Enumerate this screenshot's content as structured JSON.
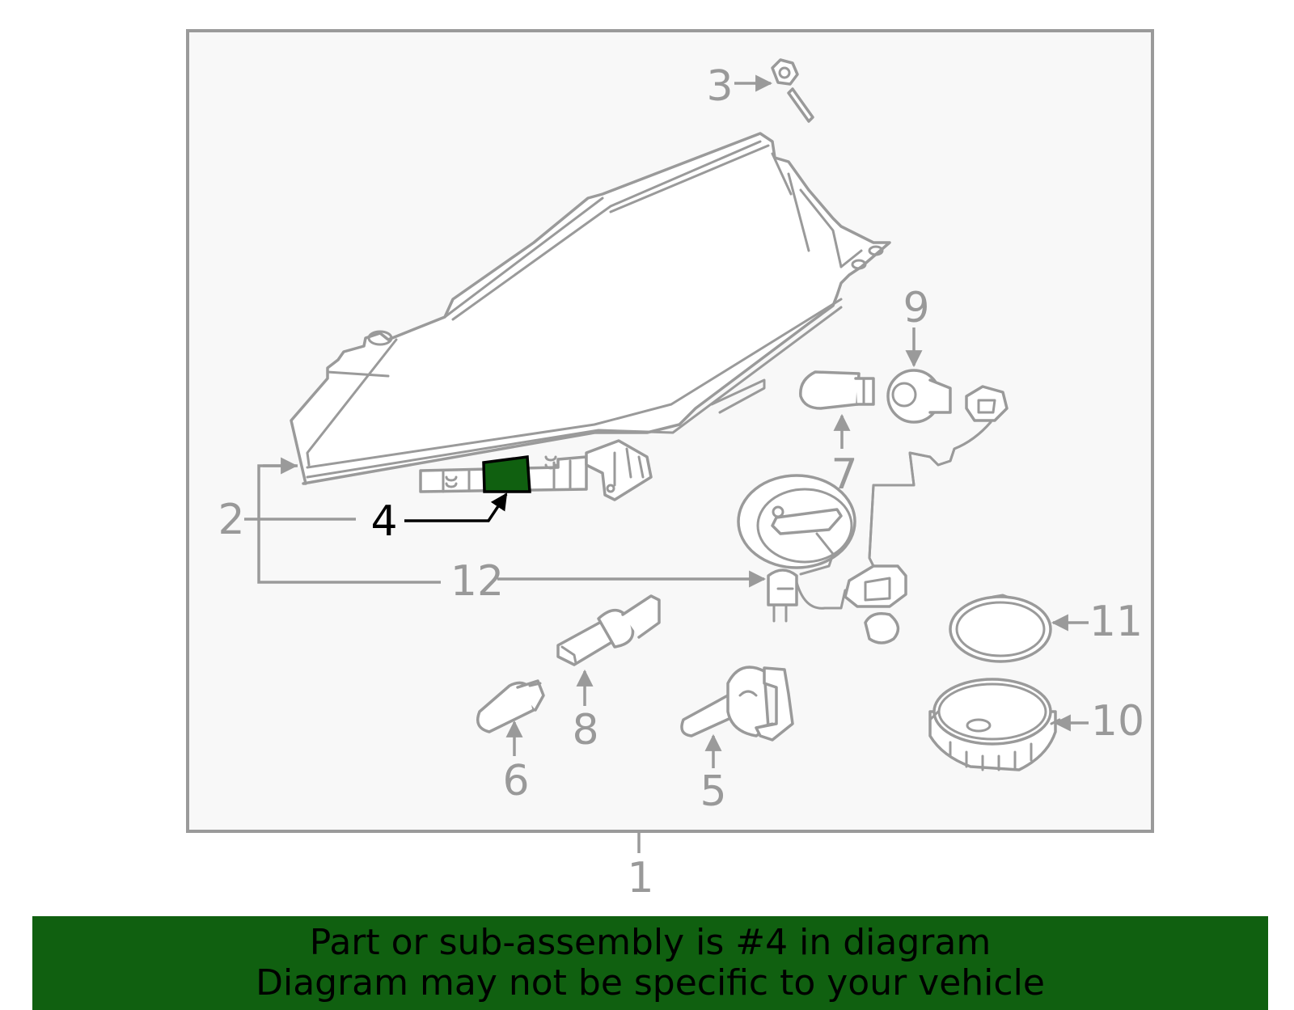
{
  "callouts": {
    "c1": "1",
    "c2": "2",
    "c3": "3",
    "c4": "4",
    "c5": "5",
    "c6": "6",
    "c7": "7",
    "c8": "8",
    "c9": "9",
    "c10": "10",
    "c11": "11",
    "c12": "12"
  },
  "highlight": {
    "part_number": "4",
    "color": "#106010"
  },
  "colors": {
    "line_gray": "#9a9a9a",
    "panel_bg": "#f8f8f8",
    "banner_bg": "#106010"
  },
  "banner": {
    "line1": "Part or sub-assembly is #4 in diagram",
    "line2": "Diagram may not be specific to your vehicle"
  }
}
